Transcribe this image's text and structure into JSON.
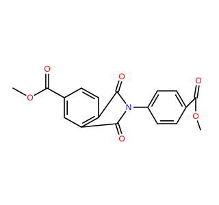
{
  "molecule": {
    "colors": {
      "bond": "#000000",
      "oxygen": "#ff0000",
      "nitrogen": "#0000ff"
    },
    "atoms": [
      {
        "id": "me1",
        "element": "C",
        "label": ""
      },
      {
        "id": "o_ester1",
        "element": "O",
        "label": "O"
      },
      {
        "id": "c_carb1",
        "element": "C",
        "label": ""
      },
      {
        "id": "o_carb1",
        "element": "O",
        "label": "O"
      },
      {
        "id": "ar1",
        "element": "C",
        "label": ""
      },
      {
        "id": "ar2",
        "element": "C",
        "label": ""
      },
      {
        "id": "ar3",
        "element": "C",
        "label": ""
      },
      {
        "id": "ar4",
        "element": "C",
        "label": ""
      },
      {
        "id": "ar5",
        "element": "C",
        "label": ""
      },
      {
        "id": "ar6",
        "element": "C",
        "label": ""
      },
      {
        "id": "c_imide1",
        "element": "C",
        "label": ""
      },
      {
        "id": "o_imide1",
        "element": "O",
        "label": "O"
      },
      {
        "id": "c_imide2",
        "element": "C",
        "label": ""
      },
      {
        "id": "o_imide2",
        "element": "O",
        "label": "O"
      },
      {
        "id": "n1",
        "element": "N",
        "label": "N"
      },
      {
        "id": "ph1",
        "element": "C",
        "label": ""
      },
      {
        "id": "ph2",
        "element": "C",
        "label": ""
      },
      {
        "id": "ph3",
        "element": "C",
        "label": ""
      },
      {
        "id": "ph4",
        "element": "C",
        "label": ""
      },
      {
        "id": "ph5",
        "element": "C",
        "label": ""
      },
      {
        "id": "ph6",
        "element": "C",
        "label": ""
      },
      {
        "id": "c_carb2",
        "element": "C",
        "label": ""
      },
      {
        "id": "o_carb2",
        "element": "O",
        "label": "O"
      },
      {
        "id": "o_ester2",
        "element": "O",
        "label": "O"
      },
      {
        "id": "me2",
        "element": "C",
        "label": ""
      }
    ],
    "bonds": [
      {
        "a": "me1",
        "b": "o_ester1",
        "order": 1
      },
      {
        "a": "o_ester1",
        "b": "c_carb1",
        "order": 1
      },
      {
        "a": "c_carb1",
        "b": "o_carb1",
        "order": 2
      },
      {
        "a": "c_carb1",
        "b": "ar1",
        "order": 1
      },
      {
        "a": "ar1",
        "b": "ar2",
        "order": 2
      },
      {
        "a": "ar2",
        "b": "ar3",
        "order": 1
      },
      {
        "a": "ar3",
        "b": "ar4",
        "order": 2
      },
      {
        "a": "ar4",
        "b": "ar5",
        "order": 1
      },
      {
        "a": "ar5",
        "b": "ar6",
        "order": 2
      },
      {
        "a": "ar6",
        "b": "ar1",
        "order": 1
      },
      {
        "a": "ar3",
        "b": "c_imide1",
        "order": 1
      },
      {
        "a": "c_imide1",
        "b": "o_imide1",
        "order": 2
      },
      {
        "a": "c_imide1",
        "b": "n1",
        "order": 1
      },
      {
        "a": "ar4",
        "b": "c_imide2",
        "order": 1
      },
      {
        "a": "c_imide2",
        "b": "o_imide2",
        "order": 2
      },
      {
        "a": "c_imide2",
        "b": "n1",
        "order": 1
      },
      {
        "a": "n1",
        "b": "ph1",
        "order": 1
      },
      {
        "a": "ph1",
        "b": "ph2",
        "order": 2
      },
      {
        "a": "ph2",
        "b": "ph3",
        "order": 1
      },
      {
        "a": "ph3",
        "b": "ph4",
        "order": 2
      },
      {
        "a": "ph4",
        "b": "ph5",
        "order": 1
      },
      {
        "a": "ph5",
        "b": "ph6",
        "order": 2
      },
      {
        "a": "ph6",
        "b": "ph1",
        "order": 1
      },
      {
        "a": "ph4",
        "b": "c_carb2",
        "order": 1
      },
      {
        "a": "c_carb2",
        "b": "o_carb2",
        "order": 2
      },
      {
        "a": "c_carb2",
        "b": "o_ester2",
        "order": 1
      },
      {
        "a": "o_ester2",
        "b": "me2",
        "order": 1
      }
    ]
  }
}
